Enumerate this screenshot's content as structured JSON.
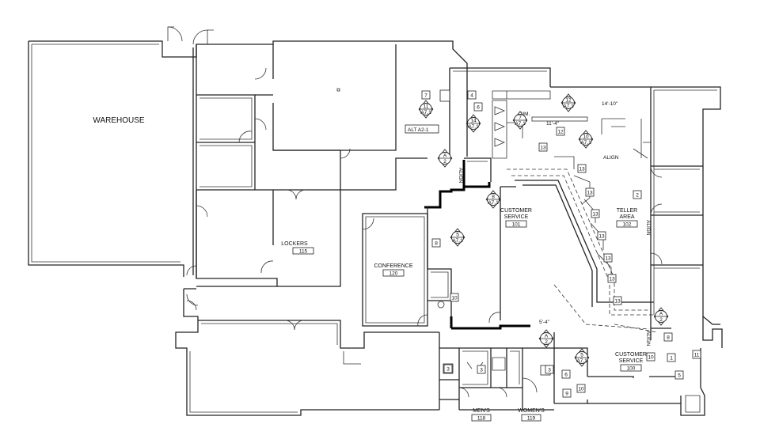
{
  "rooms": {
    "warehouse": {
      "name": "WAREHOUSE"
    },
    "lockers": {
      "name": "LOCKERS",
      "number": "115"
    },
    "conference": {
      "name": "CONFERENCE",
      "number": "120"
    },
    "customer_service_101": {
      "name_line1": "CUSTOMER",
      "name_line2": "SERVICE",
      "number": "101"
    },
    "teller_area": {
      "name_line1": "TELLER",
      "name_line2": "AREA",
      "number": "102"
    },
    "customer_service_100": {
      "name_line1": "CUSTOMER",
      "name_line2": "SERVICE",
      "number": "100"
    },
    "mens": {
      "name": "MEN'S",
      "number": "118"
    },
    "womens": {
      "name": "WOMEN'S",
      "number": "119"
    }
  },
  "annotations": {
    "alt_ref": "ALT A2-1",
    "sim": "SIM.",
    "align": "ALIGN",
    "dim_top": "14'-10\"",
    "dim_small": "5'-4\""
  },
  "tags": [
    "7",
    "4",
    "6",
    "13",
    "13",
    "13",
    "13",
    "13",
    "13",
    "13",
    "13",
    "2",
    "12",
    "8",
    "10",
    "3",
    "3",
    "3",
    "6",
    "9",
    "10",
    "11",
    "5",
    "1",
    "10",
    "8"
  ],
  "section_markers": [
    {
      "num": "11",
      "sheet": "A7.1"
    },
    {
      "num": "14",
      "sheet": "A7.1"
    },
    {
      "num": "7",
      "sheet": "A7.1"
    },
    {
      "num": "12",
      "sheet": "A7.1"
    },
    {
      "num": "10",
      "sheet": "A7.1"
    },
    {
      "num": "8",
      "sheet": "A7.1"
    },
    {
      "num": "5",
      "sheet": "A7.1"
    },
    {
      "num": "5",
      "sheet": "A7.1"
    },
    {
      "num": "A",
      "sheet": "2"
    },
    {
      "num": "A",
      "sheet": "2"
    },
    {
      "num": "A",
      "sheet": "2"
    }
  ]
}
